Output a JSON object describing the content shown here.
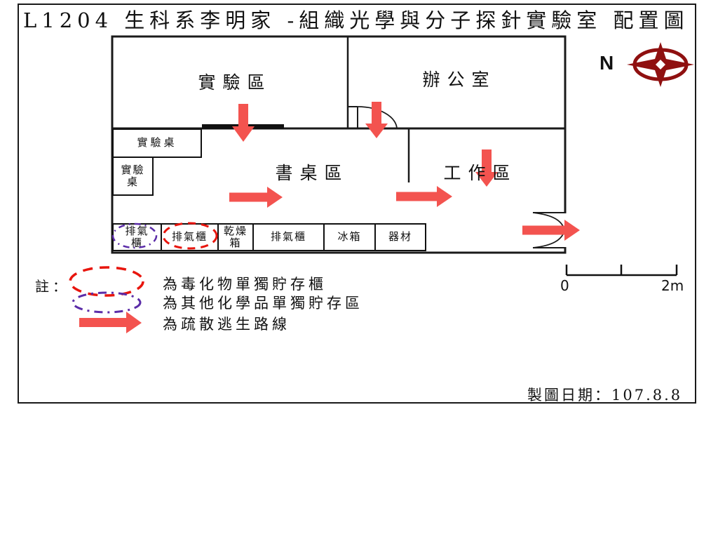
{
  "title": "L1204 生科系李明家 -組織光學與分子探針實驗室 配置圖",
  "compass": {
    "label": "N"
  },
  "rooms": {
    "lab": "實驗區",
    "office": "辦公室",
    "desk_area": "書桌區",
    "work_area": "工作區"
  },
  "furniture": {
    "bench_horizontal": "實驗桌",
    "bench_vertical": "實驗\n桌"
  },
  "equipment_row": [
    {
      "label": "排氣\n櫃",
      "highlight": "purple-dashdot-ellipse"
    },
    {
      "label": "排氣櫃",
      "highlight": "red-dashed-ellipse"
    },
    {
      "label": "乾燥\n箱",
      "highlight": "none"
    },
    {
      "label": "排氣櫃",
      "highlight": "none"
    },
    {
      "label": "冰箱",
      "highlight": "none"
    },
    {
      "label": "器材",
      "highlight": "none"
    }
  ],
  "scale_bar": {
    "start": "0",
    "end": "2m"
  },
  "legend": {
    "heading": "註：",
    "items": [
      {
        "symbol": "red-dashed-ellipse",
        "text": "為毒化物單獨貯存櫃"
      },
      {
        "symbol": "purple-dashdot-ellipse",
        "text": "為其他化學品單獨貯存區"
      },
      {
        "symbol": "red-arrow",
        "text": "為疏散逃生路線"
      }
    ]
  },
  "footer": {
    "date_label": "製圖日期：107.8.8"
  },
  "colors": {
    "wall": "#1a1a1a",
    "escape_arrow": "#f3534f",
    "toxic_storage": "#e8150d",
    "chemical_storage": "#5b2ca8",
    "compass": "#8f1010"
  }
}
